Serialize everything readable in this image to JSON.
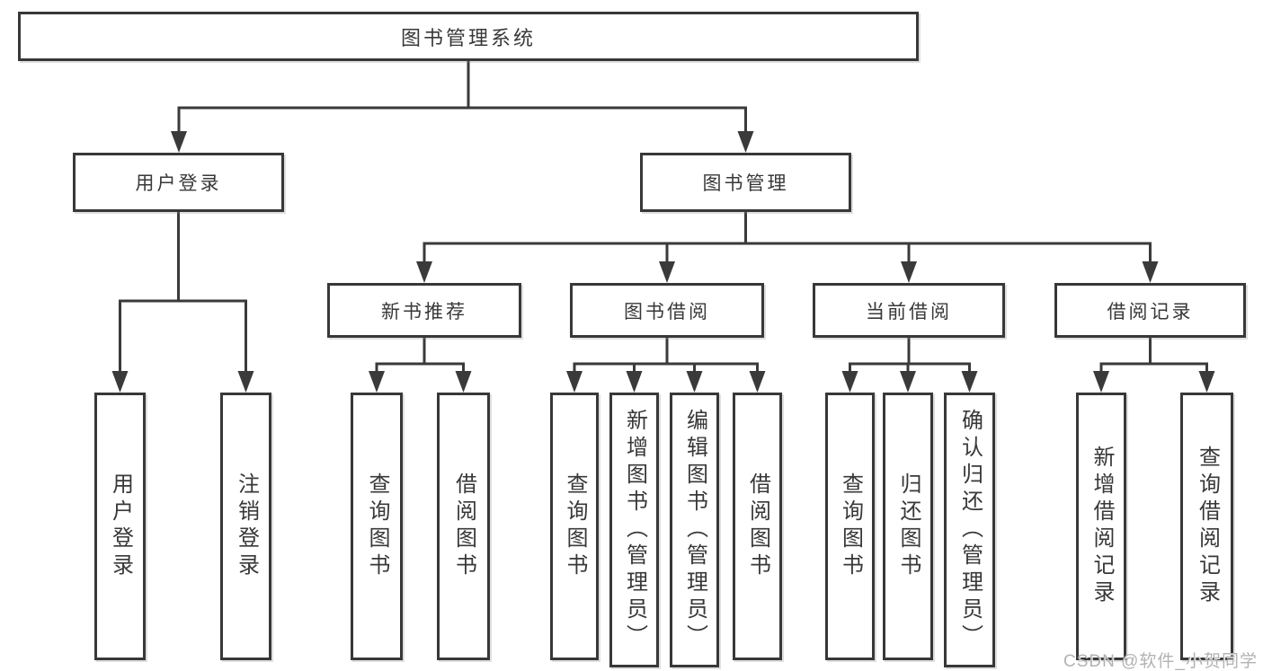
{
  "diagram": {
    "type": "hierarchy-diagram",
    "colors": {
      "line": "#3a3a3a",
      "text": "#383838",
      "background": "#ffffff",
      "watermark": "#b2b2b2"
    },
    "watermark": "CSDN @软件_小贺同学",
    "nodes": {
      "root": "图书管理系统",
      "user_login": "用户登录",
      "book_management": "图书管理",
      "new_book_recommend": "新书推荐",
      "book_borrow": "图书借阅",
      "current_borrow": "当前借阅",
      "borrow_records": "借阅记录",
      "ul_user_login": "用户登录",
      "ul_logout": "注销登录",
      "nb_query_book": "查询图书",
      "nb_borrow_book": "借阅图书",
      "bb_query_book": "查询图书",
      "bb_add_book": "新增图书（管理员）",
      "bb_edit_book": "编辑图书（管理员）",
      "bb_borrow_book": "借阅图书",
      "cb_query_book": "查询图书",
      "cb_return_book": "归还图书",
      "cb_confirm_return": "确认归还（管理员）",
      "br_add_record": "新增借阅记录",
      "br_query_record": "查询借阅记录"
    },
    "hierarchy": {
      "root": "图书管理系统",
      "children": [
        {
          "label": "用户登录",
          "children": [
            "用户登录",
            "注销登录"
          ]
        },
        {
          "label": "图书管理",
          "children": [
            {
              "label": "新书推荐",
              "children": [
                "查询图书",
                "借阅图书"
              ]
            },
            {
              "label": "图书借阅",
              "children": [
                "查询图书",
                "新增图书（管理员）",
                "编辑图书（管理员）",
                "借阅图书"
              ]
            },
            {
              "label": "当前借阅",
              "children": [
                "查询图书",
                "归还图书",
                "确认归还（管理员）"
              ]
            },
            {
              "label": "借阅记录",
              "children": [
                "新增借阅记录",
                "查询借阅记录"
              ]
            }
          ]
        }
      ]
    }
  }
}
